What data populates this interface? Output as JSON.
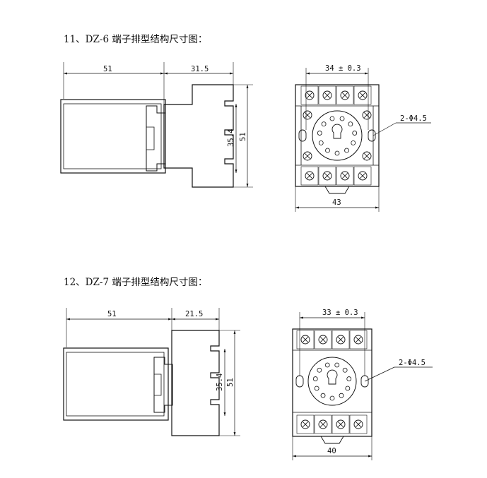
{
  "section1": {
    "heading": "11、DZ-6 端子排型结构尺寸图：",
    "side_view": {
      "width_dim": "51",
      "depth_dim": "31.5",
      "pitch_dim": "35.4",
      "height_dim": "51"
    },
    "front_view": {
      "spacing_dim": "34 ± 0.3",
      "holes_label": "2-Φ4.5",
      "width_dim": "43"
    }
  },
  "section2": {
    "heading": "12、DZ-7 端子排型结构尺寸图：",
    "side_view": {
      "width_dim": "51",
      "depth_dim": "21.5",
      "pitch_dim": "35.4",
      "height_dim": "51"
    },
    "front_view": {
      "spacing_dim": "33 ± 0.3",
      "holes_label": "2-Φ4.5",
      "width_dim": "40"
    }
  },
  "colors": {
    "line": "#111111",
    "hatch": "#777777",
    "background": "#ffffff"
  }
}
